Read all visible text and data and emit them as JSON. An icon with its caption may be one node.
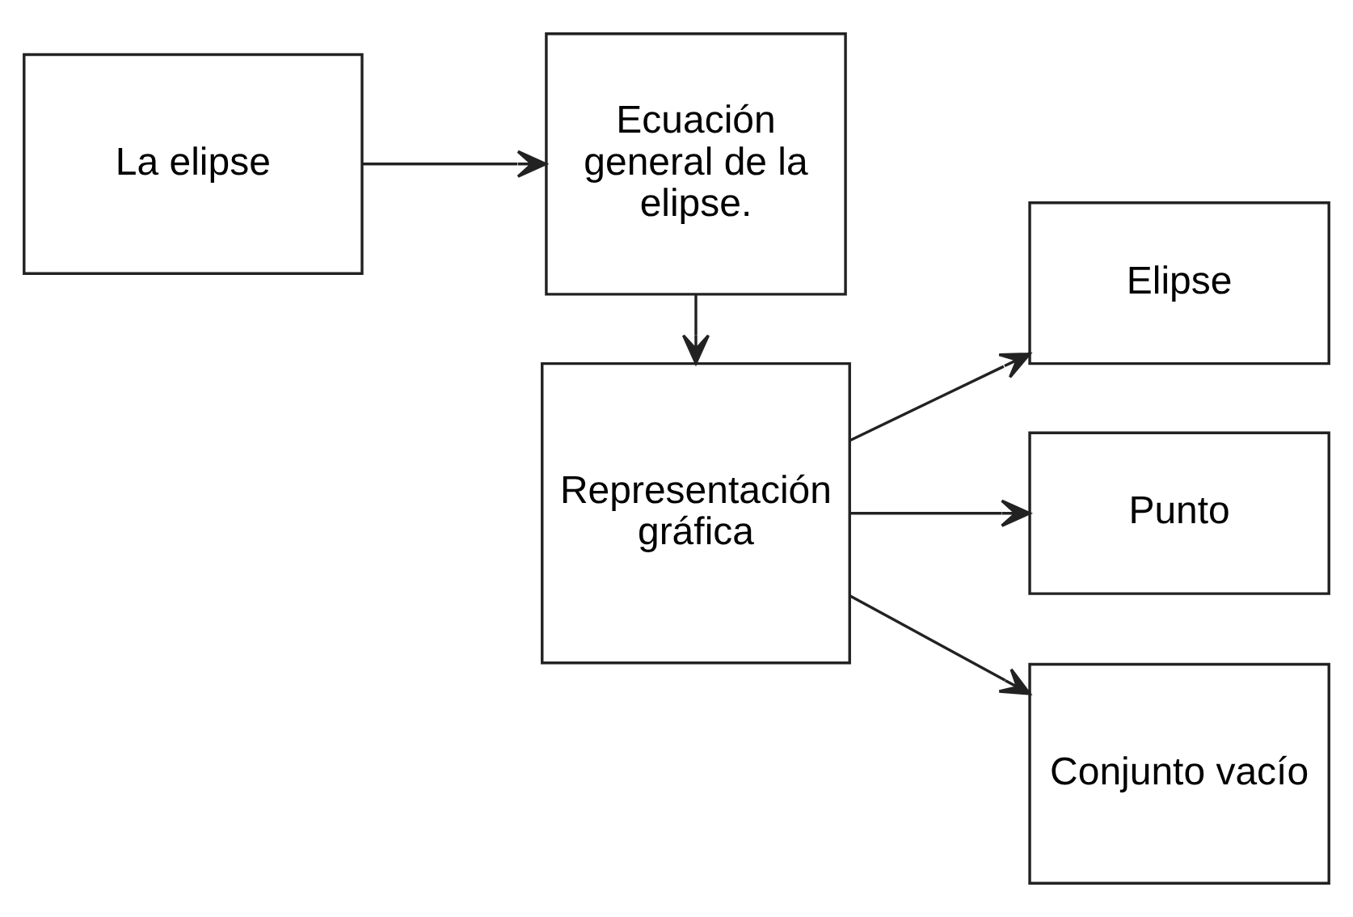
{
  "diagram": {
    "nodes": [
      {
        "text": [
          "La elipse"
        ]
      },
      {
        "text": [
          "Ecuación general de la elipse."
        ]
      },
      {
        "text": [
          "Representación gráfica"
        ]
      },
      {
        "text": [
          "Elipse"
        ]
      },
      {
        "text": [
          "Punto"
        ]
      },
      {
        "text": [
          "Conjunto vacío"
        ]
      }
    ],
    "edges": [
      {
        "from": 0,
        "to": 1,
        "arrow": "to"
      },
      {
        "from": 1,
        "to": 2,
        "arrow": "to"
      },
      {
        "from": 2,
        "to": 3,
        "arrow": "to"
      },
      {
        "from": 2,
        "to": 4,
        "arrow": "to"
      },
      {
        "from": 2,
        "to": 5,
        "arrow": "to"
      }
    ]
  }
}
